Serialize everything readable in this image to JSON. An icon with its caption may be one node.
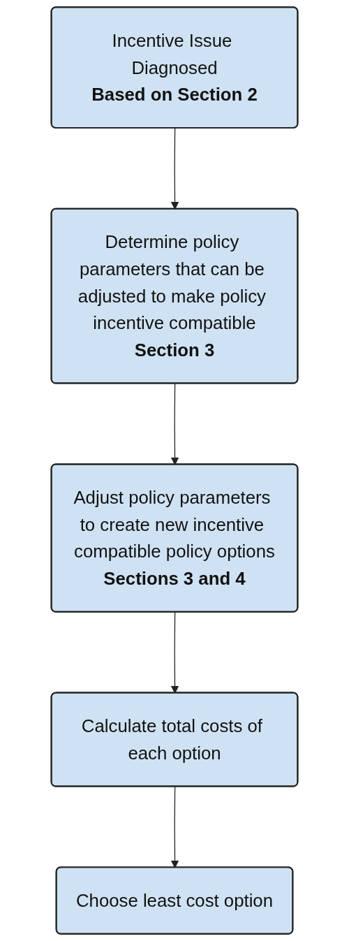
{
  "diagram": {
    "nodes": [
      {
        "text": [
          "Incentive Issue Diagnosed",
          "Based on Section 2"
        ]
      },
      {
        "text": [
          "Determine policy parameters that can be adjusted to make policy incentive compatible",
          "Section 3"
        ]
      },
      {
        "text": [
          "Adjust policy parameters to create new incentive compatible policy options",
          "Sections 3 and 4"
        ]
      },
      {
        "text": [
          "Calculate total costs of each option"
        ]
      },
      {
        "text": [
          "Choose least cost option"
        ]
      }
    ],
    "edges": [
      {
        "from": 0,
        "to": 1,
        "arrow": "to"
      },
      {
        "from": 1,
        "to": 2,
        "arrow": "to"
      },
      {
        "from": 2,
        "to": 3,
        "arrow": "to"
      },
      {
        "from": 3,
        "to": 4,
        "arrow": "to"
      }
    ]
  }
}
